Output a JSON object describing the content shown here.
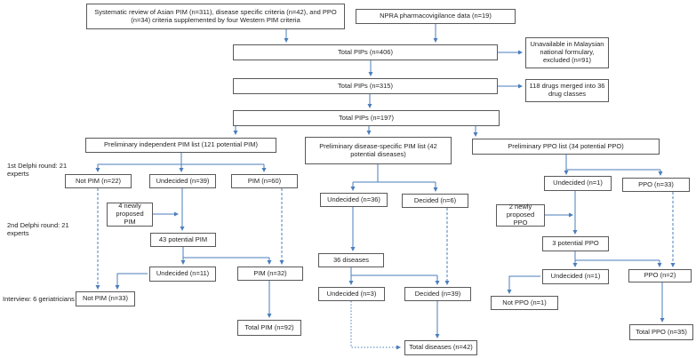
{
  "colors": {
    "arrow": "#4a7ebb",
    "box_border": "#595959",
    "text": "#1f1f1f",
    "bg": "#ffffff"
  },
  "side_labels": {
    "delphi_round_1": "1st Delphi round: 21 experts",
    "delphi_round_2": "2nd Delphi round: 21 experts",
    "interview": "Interview: 6 geriatricians"
  },
  "nodes": {
    "sys_review": {
      "label": "Systematic review of Asian PIM (n=311), disease specific criteria (n=42), and PPO (n=34) criteria supplemented by four Western PIM criteria"
    },
    "npra": {
      "label": "NPRA pharmacovigilance data (n=19)"
    },
    "total_pips_406": {
      "label": "Total PIPs (n=406)"
    },
    "unavailable": {
      "label": "Unavailable in Malaysian national formulary, excluded (n=91)"
    },
    "total_pips_315": {
      "label": "Total PIPs (n=315)"
    },
    "merged": {
      "label": "118 drugs merged into 36 drug classes"
    },
    "total_pips_197": {
      "label": "Total PIPs (n=197)"
    },
    "prelim_pim": {
      "label": "Preliminary independent PIM list (121 potential PIM)"
    },
    "prelim_disease": {
      "label": "Preliminary disease-specific PIM list (42 potential diseases)"
    },
    "prelim_ppo": {
      "label": "Preliminary PPO list (34 potential PPO)"
    },
    "not_pim_22": {
      "label": "Not PIM (n=22)"
    },
    "undecided_39": {
      "label": "Undecided (n=39)"
    },
    "pim_60": {
      "label": "PIM (n=60)"
    },
    "newly_4": {
      "label": "4 newly proposed PIM"
    },
    "potential_43": {
      "label": "43 potential PIM"
    },
    "undecided_11": {
      "label": "Undecided (n=11)"
    },
    "pim_32": {
      "label": "PIM (n=32)"
    },
    "not_pim_33": {
      "label": "Not PIM (n=33)"
    },
    "total_pim_92": {
      "label": "Total PIM (n=92)"
    },
    "undecided_36": {
      "label": "Undecided (n=36)"
    },
    "decided_6": {
      "label": "Decided (n=6)"
    },
    "diseases_36": {
      "label": "36 diseases"
    },
    "undecided_3": {
      "label": "Undecided (n=3)"
    },
    "decided_39": {
      "label": "Decided (n=39)"
    },
    "total_diseases_42": {
      "label": "Total diseases (n=42)"
    },
    "undecided_1a": {
      "label": "Undecided (n=1)"
    },
    "ppo_33": {
      "label": "PPO (n=33)"
    },
    "newly_2": {
      "label": "2 newly proposed PPO"
    },
    "potential_3": {
      "label": "3 potential PPO"
    },
    "undecided_1b": {
      "label": "Undecided (n=1)"
    },
    "ppo_2": {
      "label": "PPO (n=2)"
    },
    "not_ppo_1": {
      "label": "Not PPO (n=1)"
    },
    "total_ppo_35": {
      "label": "Total PPO (n=35)"
    }
  }
}
